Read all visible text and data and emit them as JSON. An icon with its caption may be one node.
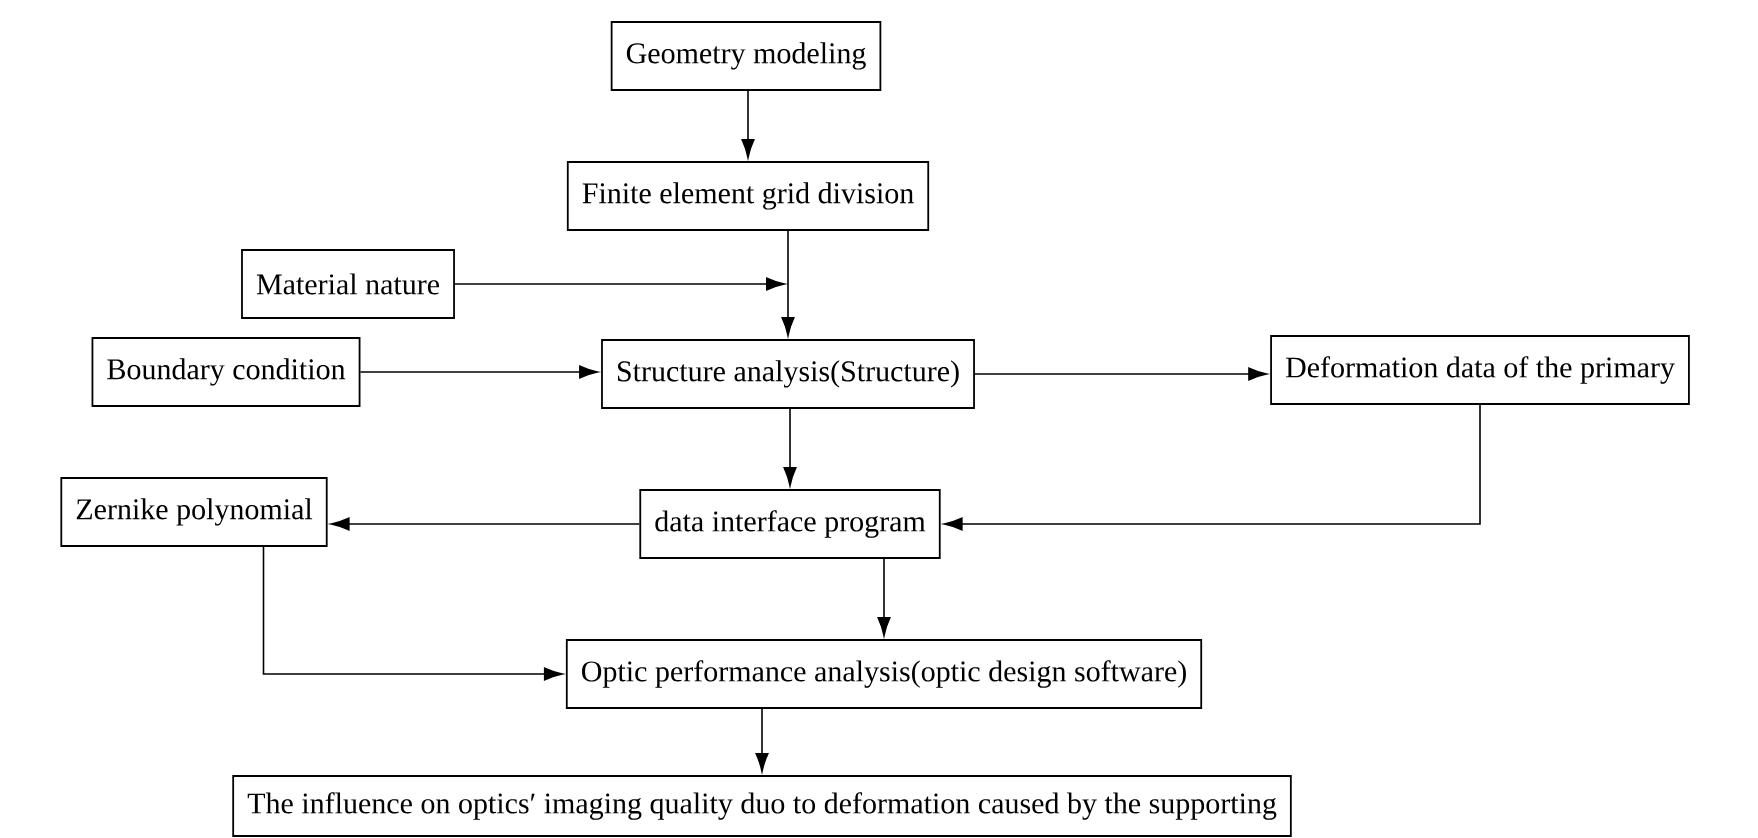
{
  "diagram": {
    "nodes": [
      {
        "text": [
          "Geometry modeling"
        ]
      },
      {
        "text": [
          "Finite element grid division"
        ]
      },
      {
        "text": [
          "Material nature"
        ]
      },
      {
        "text": [
          "Boundary condition"
        ]
      },
      {
        "text": [
          "Structure analysis(Structure)"
        ]
      },
      {
        "text": [
          "Deformation data of the primary"
        ]
      },
      {
        "text": [
          "Zernike polynomial"
        ]
      },
      {
        "text": [
          "data interface program"
        ]
      },
      {
        "text": [
          "Optic performance analysis(optic design software)"
        ]
      },
      {
        "text": [
          "The influence on optics′ imaging quality duo to deformation caused by the supporting"
        ]
      }
    ],
    "edges": [
      {
        "from": 0,
        "to": 1,
        "arrow": "to"
      },
      {
        "from": 1,
        "to": 4,
        "arrow": "to"
      },
      {
        "from": 2,
        "to": 4,
        "arrow": "to"
      },
      {
        "from": 3,
        "to": 4,
        "arrow": "to"
      },
      {
        "from": 4,
        "to": 5,
        "arrow": "to"
      },
      {
        "from": 4,
        "to": 7,
        "arrow": "to"
      },
      {
        "from": 5,
        "to": 7,
        "arrow": "to"
      },
      {
        "from": 7,
        "to": 6,
        "arrow": "to"
      },
      {
        "from": 6,
        "to": 8,
        "arrow": "to"
      },
      {
        "from": 7,
        "to": 8,
        "arrow": "to"
      },
      {
        "from": 8,
        "to": 9,
        "arrow": "to"
      }
    ]
  }
}
